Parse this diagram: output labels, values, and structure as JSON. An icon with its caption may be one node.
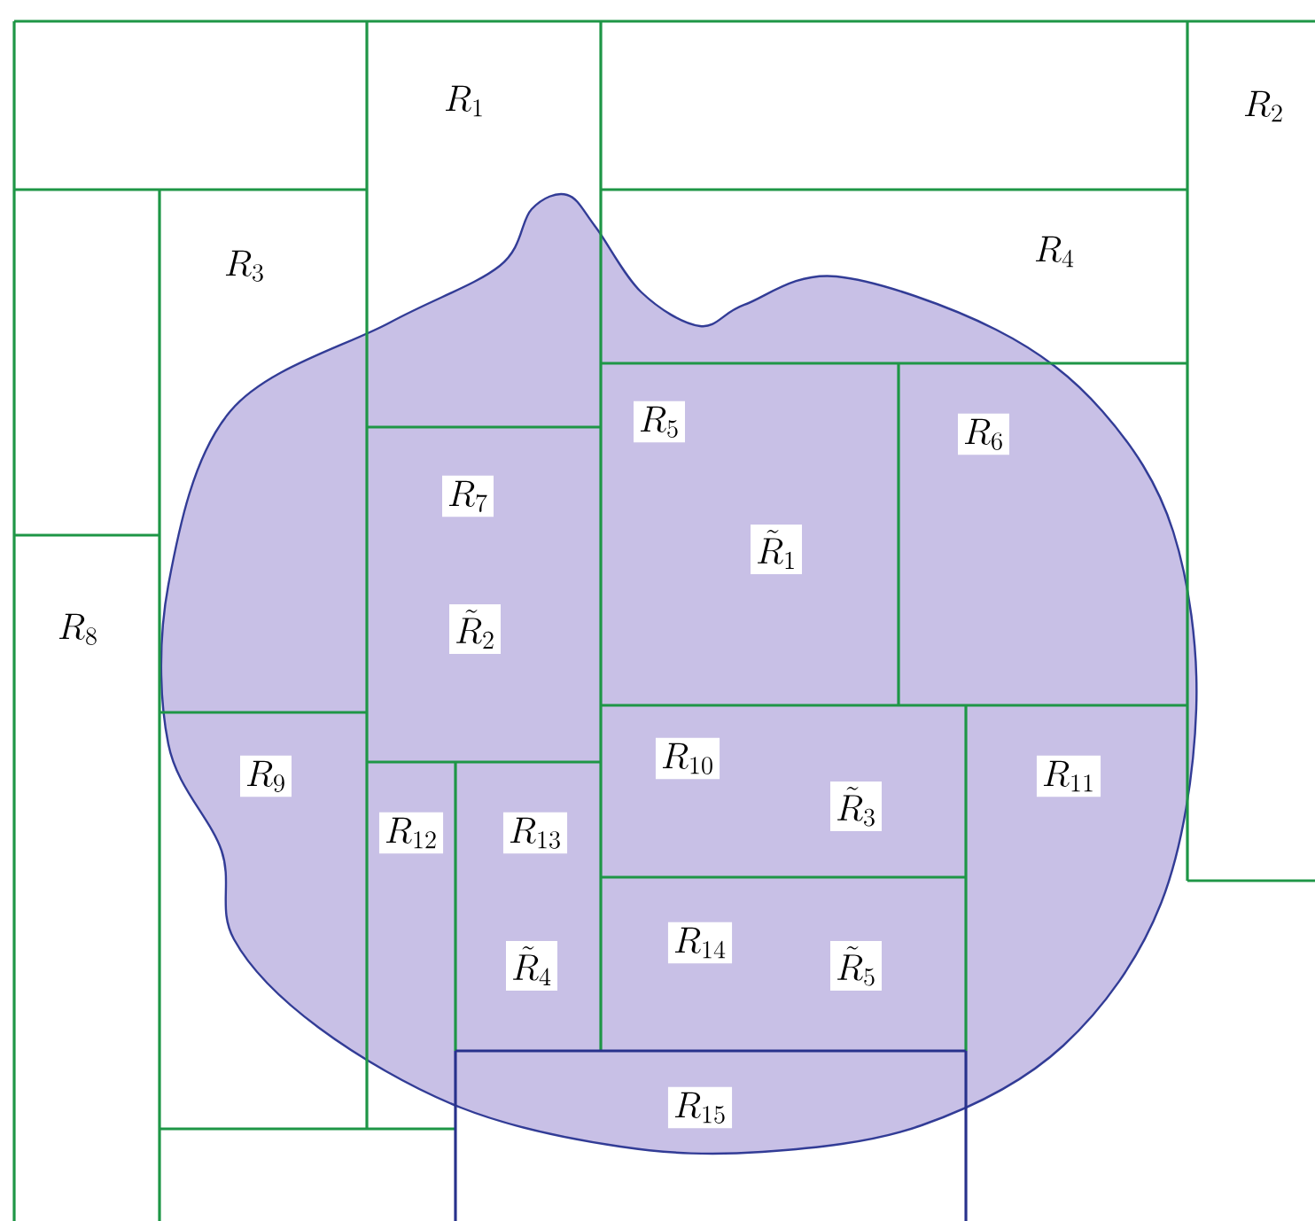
{
  "diagram": {
    "labels": [
      "R_1",
      "R_2",
      "R_3",
      "R_4",
      "R_5",
      "R_6",
      "R_7",
      "R_8",
      "\\tilde{R}_1",
      "\\tilde{R}_2",
      "R_9",
      "R_{10}",
      "R_{11}",
      "\\tilde{R}_3",
      "R_{12}",
      "R_{13}",
      "R_{14}",
      "\\tilde{R}_4",
      "\\tilde{R}_5",
      "R_{15}"
    ]
  }
}
